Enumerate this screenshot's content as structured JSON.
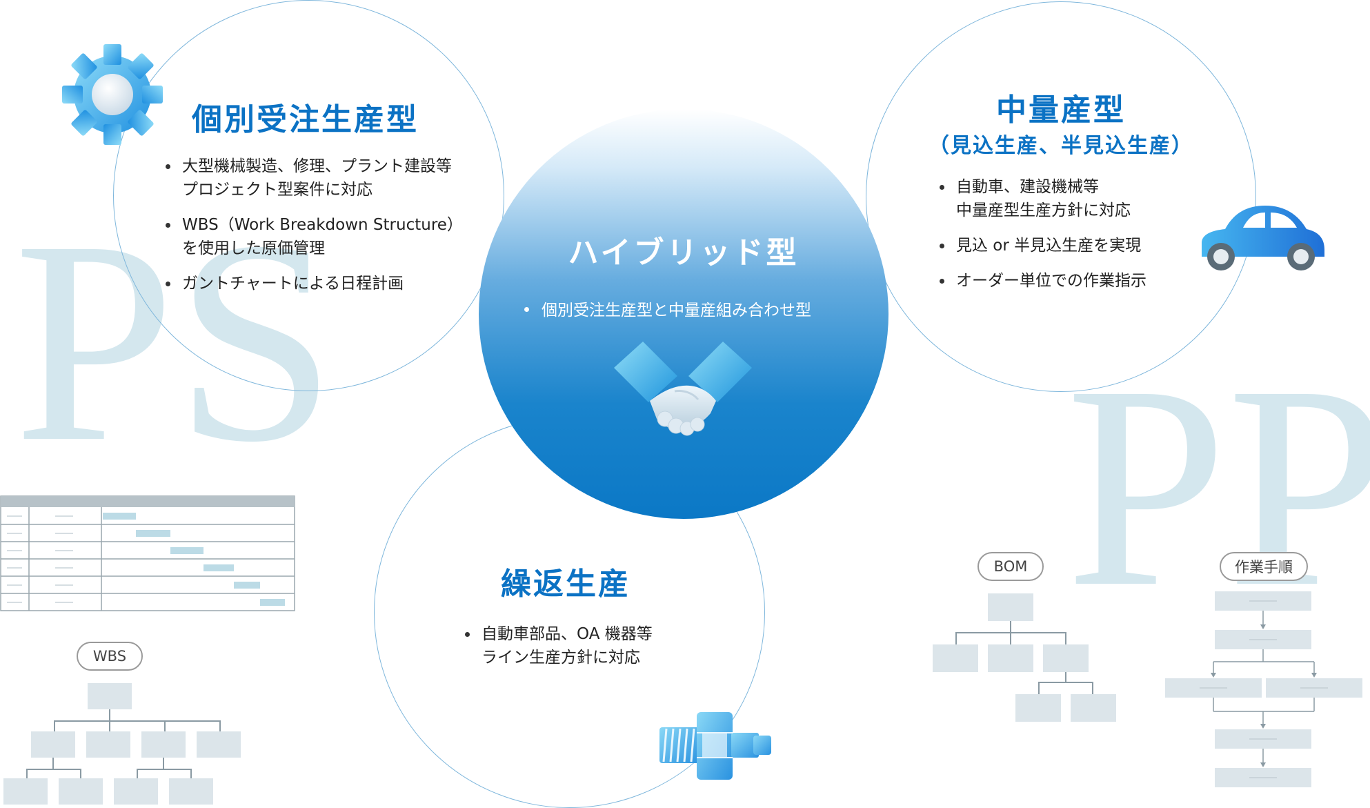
{
  "background_letters": {
    "left": "PS",
    "right": "PP"
  },
  "hub": {
    "title": "ハイブリッド型",
    "items": [
      "個別受注生産型と中量産組み合わせ型"
    ],
    "icon": "handshake-icon"
  },
  "order_production": {
    "title": "個別受注生産型",
    "icon": "gear-icon",
    "items": [
      "大型機械製造、修理、プラント建設等\nプロジェクト型案件に対応",
      "WBS（Work Breakdown Structure）\nを使用した原価管理",
      "ガントチャートによる日程計画"
    ]
  },
  "mid_volume": {
    "title": "中量産型",
    "subtitle": "（見込生産、半見込生産）",
    "icon": "car-icon",
    "items": [
      "自動車、建設機械等\n中量産型生産方針に対応",
      "見込 or 半見込生産を実現",
      "オーダー単位での作業指示"
    ]
  },
  "repetitive": {
    "title": "繰返生産",
    "icon": "bolt-icon",
    "items": [
      "自動車部品、OA 機器等\nライン生産方針に対応"
    ]
  },
  "diagram_labels": {
    "wbs": "WBS",
    "bom": "BOM",
    "work_procedure": "作業手順"
  },
  "colors": {
    "accent": "#0b72c4",
    "outline": "#7fb7dc",
    "diagram_box": "#dce5ea",
    "background_letter": "#d4e7ee"
  }
}
